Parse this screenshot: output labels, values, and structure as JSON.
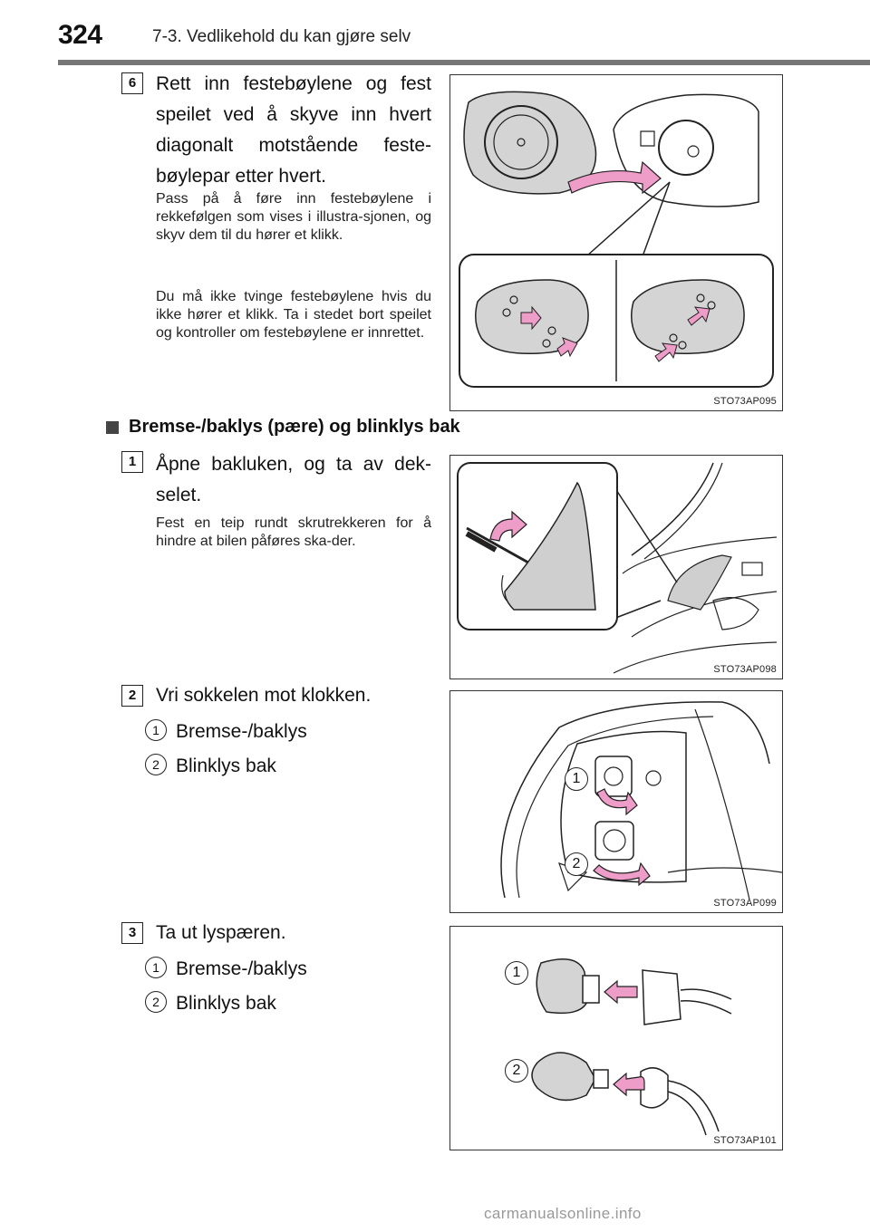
{
  "header": {
    "page_number": "324",
    "section_title": "7-3. Vedlikehold du kan gjøre selv"
  },
  "step6": {
    "badge": "6",
    "main_text": "Rett inn festebøylene og fest speilet ved å skyve inn hvert diagonalt motstående feste-bøylepar etter hvert.",
    "note1": "Pass på å føre inn festebøylene i rekkefølgen som vises i illustra-sjonen, og skyv dem til du hører et klikk.",
    "note2": "Du må ikke tvinge festebøylene hvis du ikke hører et klikk. Ta i stedet bort speilet og kontroller om festebøylene er innrettet.",
    "figure_code": "STO73AP095"
  },
  "subsection": {
    "title": "Bremse-/baklys (pære) og blinklys bak"
  },
  "step1": {
    "badge": "1",
    "main_text": "Åpne bakluken, og ta av dek-selet.",
    "note": "Fest en teip rundt skrutrekkeren for å hindre at bilen påføres ska-der.",
    "figure_code": "STO73AP098"
  },
  "step2": {
    "badge": "2",
    "main_text": "Vri sokkelen mot klokken.",
    "items": [
      {
        "num": "1",
        "label": "Bremse-/baklys"
      },
      {
        "num": "2",
        "label": "Blinklys bak"
      }
    ],
    "figure_code": "STO73AP099",
    "callouts": [
      "1",
      "2"
    ]
  },
  "step3": {
    "badge": "3",
    "main_text": "Ta ut lyspæren.",
    "items": [
      {
        "num": "1",
        "label": "Bremse-/baklys"
      },
      {
        "num": "2",
        "label": "Blinklys bak"
      }
    ],
    "figure_code": "STO73AP101",
    "callouts": [
      "1",
      "2"
    ]
  },
  "watermark": "carmanualsonline.info",
  "colors": {
    "arrow_fill": "#ee9cc8",
    "line": "#222222",
    "mirror_fill": "#d4d4d4",
    "header_rule": "#777777"
  }
}
